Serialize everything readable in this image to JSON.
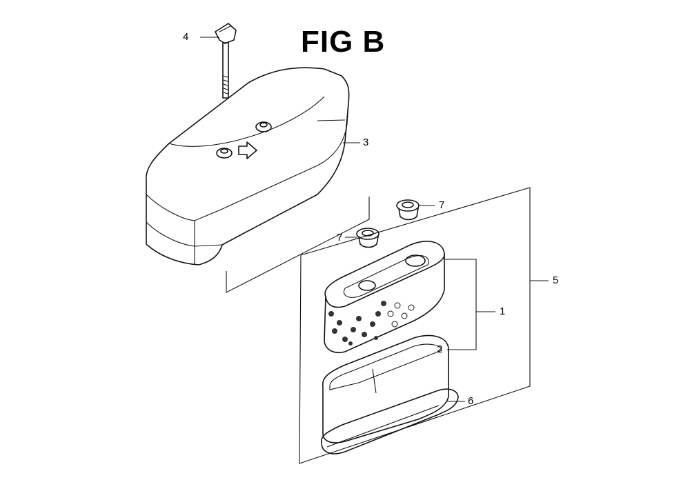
{
  "figure": {
    "title": "FIG B"
  },
  "callouts": [
    {
      "id": "c4",
      "label": "4"
    },
    {
      "id": "c3",
      "label": "3"
    },
    {
      "id": "c7a",
      "label": "7"
    },
    {
      "id": "c7b",
      "label": "7"
    },
    {
      "id": "c5",
      "label": "5"
    },
    {
      "id": "c1",
      "label": "1"
    },
    {
      "id": "c2",
      "label": "2"
    },
    {
      "id": "c6",
      "label": "6"
    }
  ]
}
